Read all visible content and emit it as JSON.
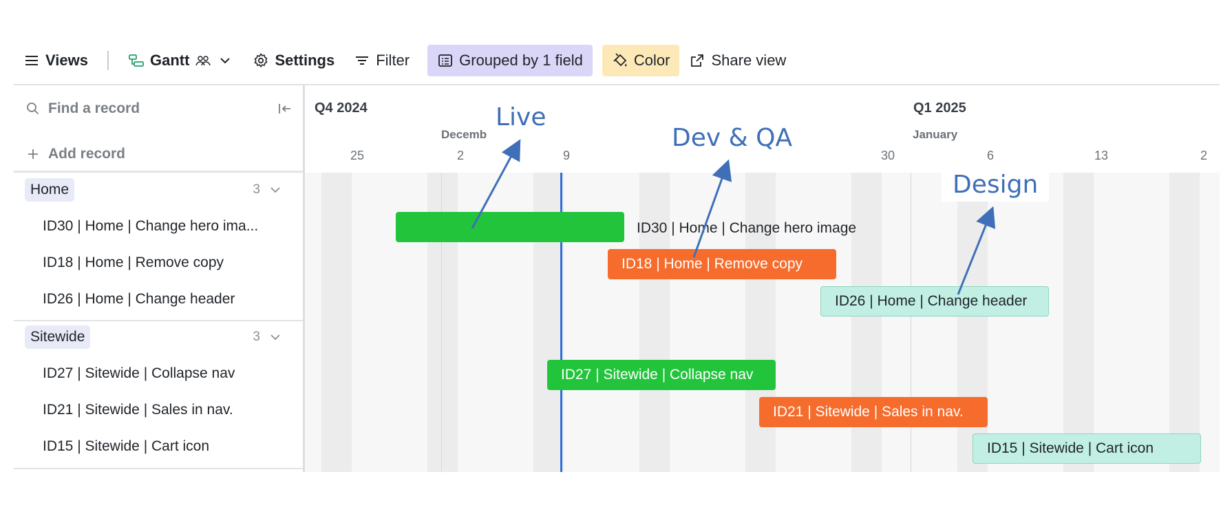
{
  "toolbar": {
    "views_label": "Views",
    "gantt_label": "Gantt",
    "settings_label": "Settings",
    "filter_label": "Filter",
    "grouped_label": "Grouped by 1 field",
    "color_label": "Color",
    "share_label": "Share view"
  },
  "search": {
    "placeholder": "Find a record"
  },
  "add_record_label": "Add record",
  "groups": [
    {
      "name": "Home",
      "count": "3",
      "rows": [
        "ID30 | Home | Change hero ima...",
        "ID18 | Home | Remove copy",
        "ID26 | Home | Change header"
      ]
    },
    {
      "name": "Sitewide",
      "count": "3",
      "rows": [
        "ID27 | Sitewide | Collapse nav",
        "ID21 | Sitewide | Sales in nav.",
        "ID15 | Sitewide | Cart icon"
      ]
    }
  ],
  "timeline": {
    "quarters": [
      "Q4 2024",
      "Q1 2025"
    ],
    "months": [
      "Decemb",
      "January"
    ],
    "days": [
      "25",
      "2",
      "9",
      "30",
      "6",
      "13",
      "2"
    ]
  },
  "bars": [
    {
      "label": "ID30 | Home | Change hero image",
      "color": "#22c43b",
      "status": "Live"
    },
    {
      "label": "ID18 | Home | Remove copy",
      "color": "#f56c2d",
      "status": "Dev & QA"
    },
    {
      "label": "ID26 | Home | Change header",
      "color": "#c2efe3",
      "status": "Design"
    },
    {
      "label": "ID27 | Sitewide | Collapse nav",
      "color": "#22c43b",
      "status": "Live"
    },
    {
      "label": "ID21 | Sitewide | Sales in nav.",
      "color": "#f56c2d",
      "status": "Dev & QA"
    },
    {
      "label": "ID15 | Sitewide | Cart icon",
      "color": "#c2efe3",
      "status": "Design"
    }
  ],
  "annotations": {
    "live": "Live",
    "devqa": "Dev & QA",
    "design": "Design"
  },
  "colors": {
    "today_line": "#2f6fd6",
    "annotation": "#3f6fb8",
    "grouped_bg": "#d9d6f7",
    "color_bg": "#fde9b8"
  }
}
